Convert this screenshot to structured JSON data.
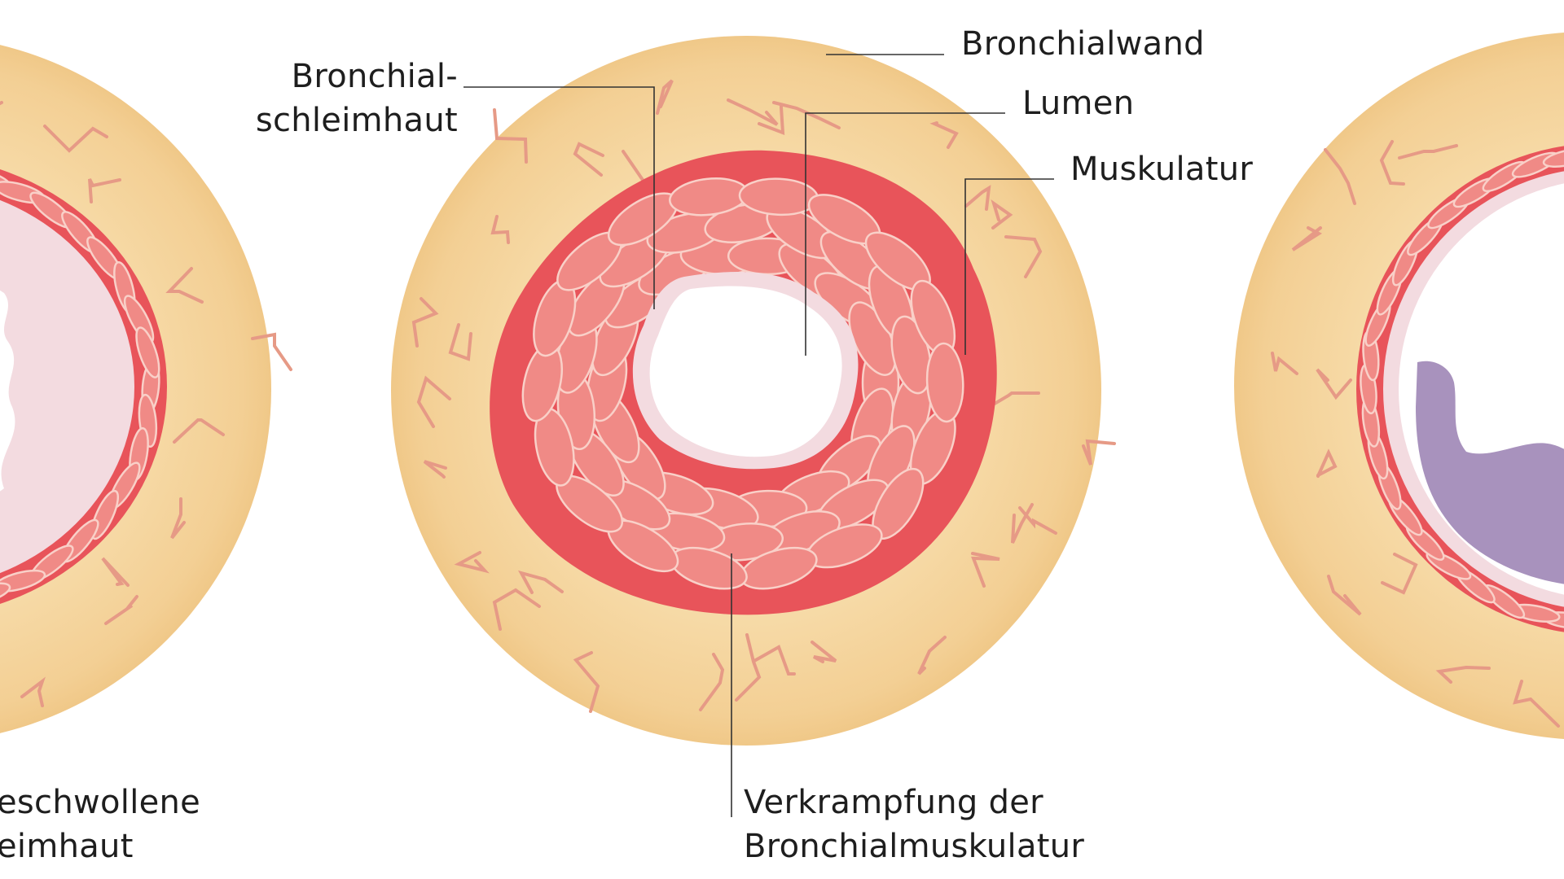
{
  "labels": {
    "bronchial_wall": "Bronchialwand",
    "lumen": "Lumen",
    "musculature": "Muskulatur",
    "mucosa_line1": "Bronchial-",
    "mucosa_line2": "schleimhaut",
    "spasm_line1": "Verkrampfung der",
    "spasm_line2": "Bronchialmuskulatur",
    "swollen_line1": "eschwollene",
    "swollen_line2": "eimhaut"
  },
  "colors": {
    "wall": "#f5d6a0",
    "muscle": "#e8545a",
    "muscle_cell": "#f08a86",
    "mucosa": "#f3dbe0",
    "vessel": "#e69a86",
    "mucus": "#a892bd",
    "leader_line": "#333333"
  }
}
